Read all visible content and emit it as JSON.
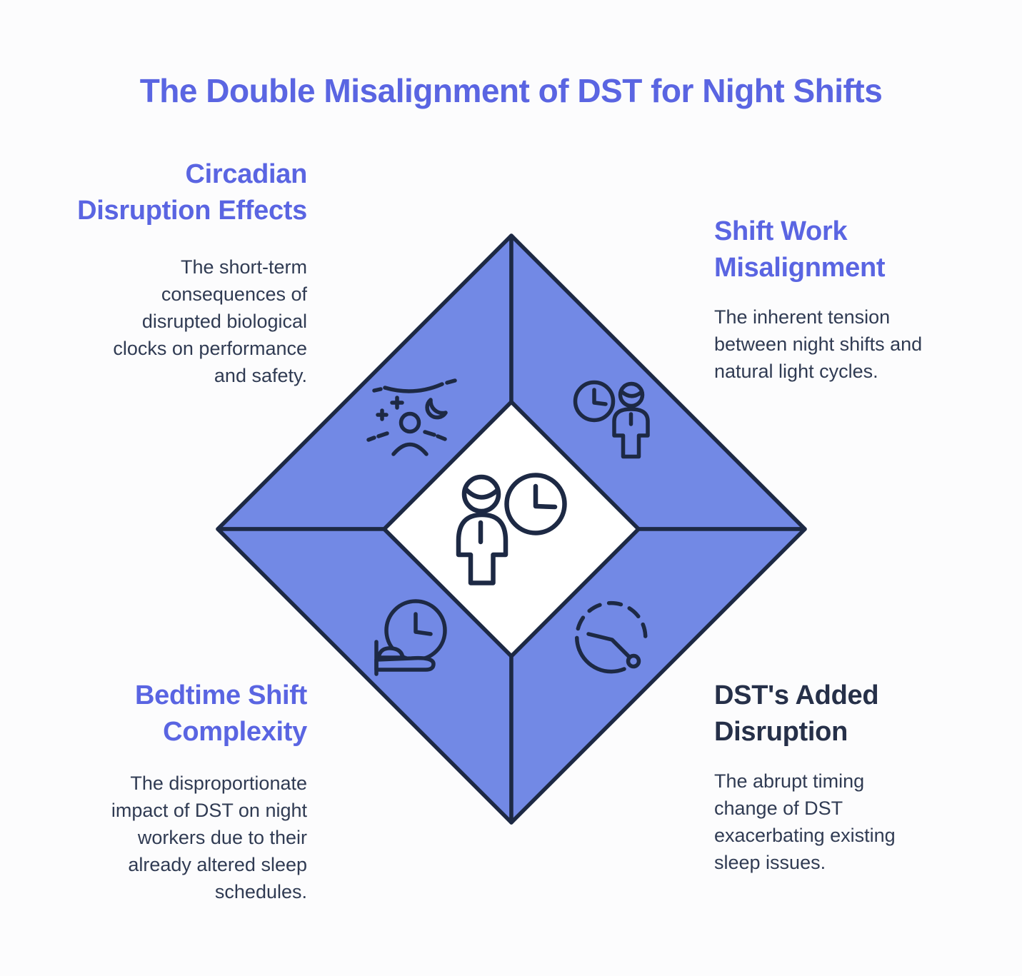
{
  "title": "The Double Misalignment of DST for Night Shifts",
  "colors": {
    "accent": "#5a65e2",
    "dark": "#263049",
    "body_text": "#303b53",
    "diamond_fill": "#7289e5",
    "diamond_stroke": "#1d2944",
    "background": "#fcfcfd"
  },
  "sections": {
    "top_left": {
      "heading": "Circadian\nDisruption Effects",
      "description": "The short-term\nconsequences of\ndisrupted biological\nclocks on performance\nand safety.",
      "icon": "sleepless-person-night-icon"
    },
    "top_right": {
      "heading": "Shift Work\nMisalignment",
      "description": "The inherent tension\nbetween night shifts and\nnatural light cycles.",
      "icon": "clock-and-worker-icon"
    },
    "bottom_left": {
      "heading": "Bedtime Shift\nComplexity",
      "description": "The disproportionate\nimpact of DST on night\nworkers due to their\nalready altered sleep\nschedules.",
      "icon": "bed-with-clock-icon"
    },
    "bottom_right": {
      "heading": "DST's Added\nDisruption",
      "description": "The abrupt timing\nchange of DST\nexacerbating existing\nsleep issues.",
      "icon": "disrupted-clock-icon"
    }
  },
  "center": {
    "icon": "worker-and-clock-icon"
  }
}
